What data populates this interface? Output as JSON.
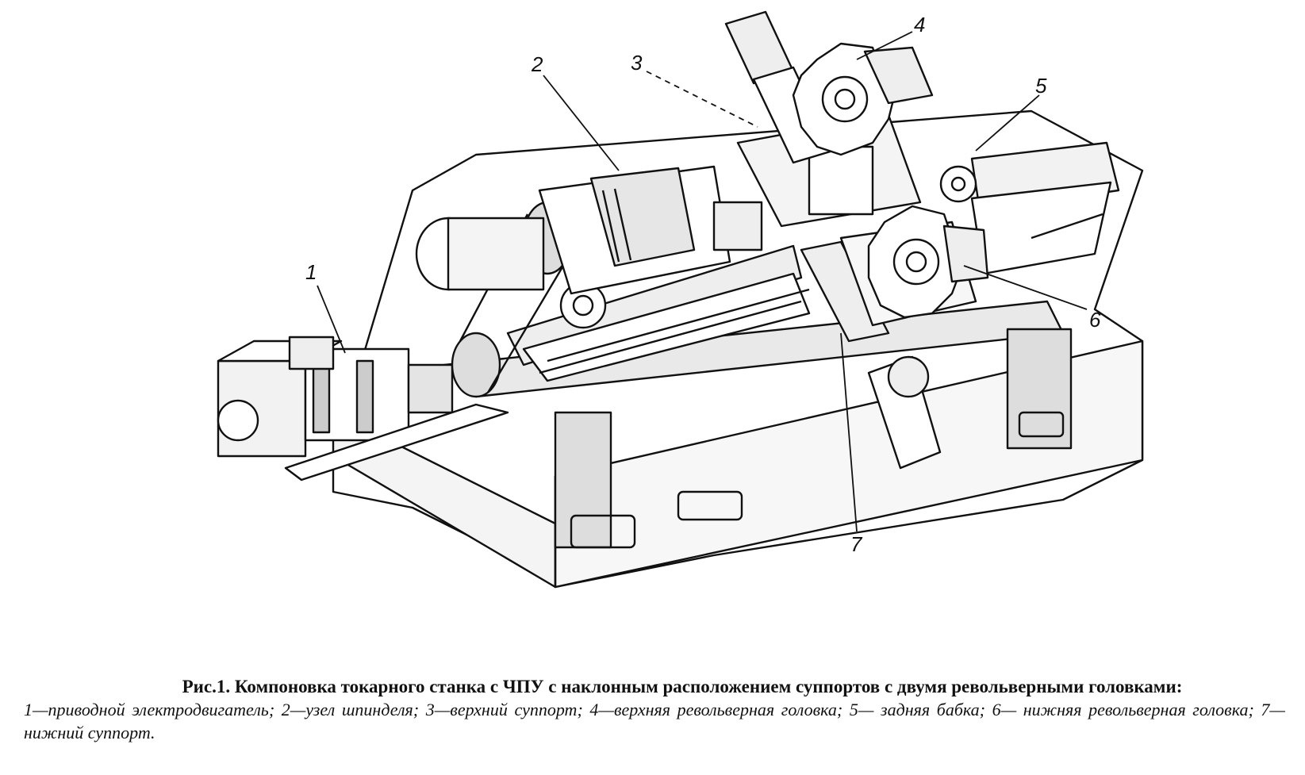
{
  "figure": {
    "callouts": [
      "1",
      "2",
      "3",
      "4",
      "5",
      "6",
      "7"
    ]
  },
  "caption": {
    "title": "Рис.1. Компоновка токарного станка с ЧПУ с наклонным расположением суппортов с двумя револьверными головками:",
    "legend": "1—приводной электродвигатель; 2—узел шпинделя; 3—верхний суппорт; 4—верхняя револьверная головка; 5— задняя бабка; 6— нижняя револьверная головка; 7— нижний суппорт."
  }
}
